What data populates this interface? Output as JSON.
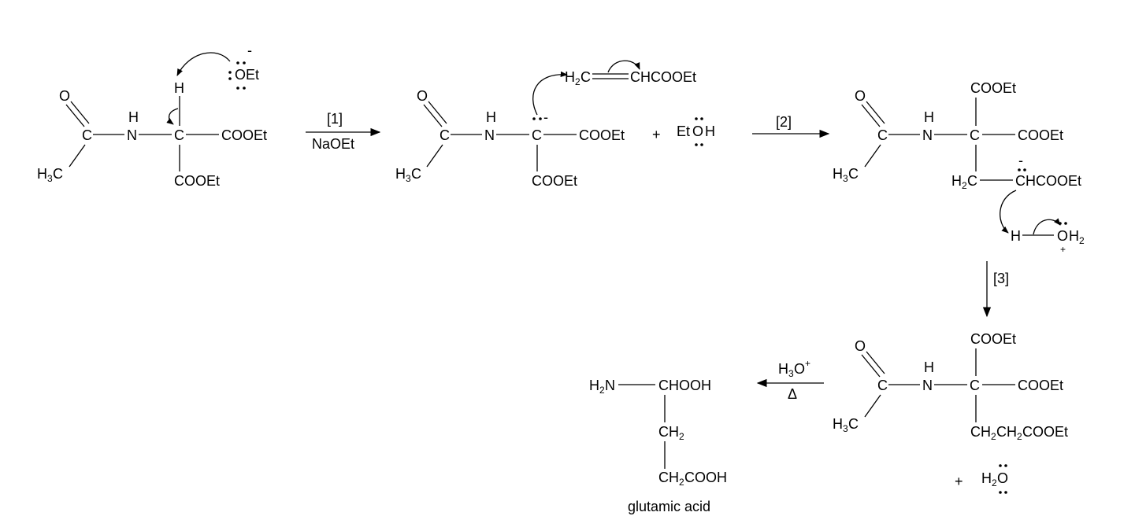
{
  "molecules": {
    "m1": {
      "o": "O",
      "c": "C",
      "h_top": "H",
      "n": "N",
      "h_alpha": "H",
      "c_alpha": "C",
      "cooet_right": "COOEt",
      "cooet_bottom": "COOEt",
      "ch3": "H",
      "ch3_sub": "3",
      "ch3_c": "C"
    },
    "ethoxide": {
      "label": "OEt",
      "charge": "-"
    },
    "m2": {
      "o": "O",
      "c": "C",
      "h_top": "H",
      "n": "N",
      "c_alpha": "C",
      "charge": "-",
      "cooet_right": "COOEt",
      "cooet_bottom": "COOEt",
      "ch3": "H",
      "ch3_sub": "3",
      "ch3_c": "C"
    },
    "acrylate": {
      "h": "H",
      "sub": "2",
      "c": "C",
      "rest": "CHCOOEt"
    },
    "ethanol": {
      "plus": "+",
      "et": "Et",
      "o": "O",
      "h": "H"
    },
    "m3": {
      "o": "O",
      "c": "C",
      "h_top": "H",
      "n": "N",
      "c_alpha": "C",
      "cooet_top": "COOEt",
      "cooet_right": "COOEt",
      "ch2_h": "H",
      "ch2_sub": "2",
      "ch2_c": "C",
      "anion": "CHCOOEt",
      "anion_charge": "-",
      "ch3": "H",
      "ch3_sub": "3",
      "ch3_c": "C"
    },
    "hydronium": {
      "h": "H",
      "o": "O",
      "h2": "H",
      "sub": "2",
      "charge": "+"
    },
    "m4": {
      "o": "O",
      "c": "C",
      "h_top": "H",
      "n": "N",
      "c_alpha": "C",
      "cooet_top": "COOEt",
      "cooet_right": "COOEt",
      "chain": [
        "CH",
        "2",
        "CH",
        "2",
        "COOEt"
      ],
      "ch3": "H",
      "ch3_sub": "3",
      "ch3_c": "C"
    },
    "water": {
      "plus": "+",
      "h": "H",
      "sub": "2",
      "o": "O"
    },
    "product": {
      "h2n_h": "H",
      "h2n_sub": "2",
      "h2n_n": "N",
      "chooh": "CHOOH",
      "ch2_a": "CH",
      "ch2_a_sub": "2",
      "ch2cooh_a": "CH",
      "ch2cooh_sub": "2",
      "ch2cooh_b": "COOH",
      "name": "glutamic acid"
    }
  },
  "reactions": {
    "step1": {
      "above": "[1]",
      "below": "NaOEt"
    },
    "step2": {
      "above": "[2]"
    },
    "step3": {
      "label": "[3]"
    },
    "step4": {
      "above_main": "H",
      "above_sub": "3",
      "above_o": "O",
      "above_sup": "+",
      "below": "Δ"
    }
  }
}
